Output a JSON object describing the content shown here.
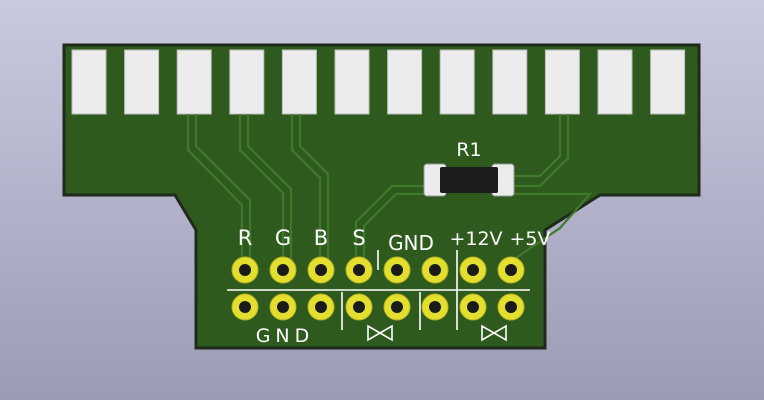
{
  "colors": {
    "background_top": "#c9c9de",
    "background_bottom": "#9b9bb6",
    "board_outline": "#1f2a1a",
    "soldermask": "#2f5a1e",
    "trace": "#3f7a2a",
    "pad": "#ececec",
    "pin_ring": "#e3df2e",
    "pin_hole": "#1b1b1b",
    "silkscreen": "#ffffff",
    "resistor_body": "#1c1c1c"
  },
  "edge_connector": {
    "pad_count": 12
  },
  "resistor": {
    "designator": "R1"
  },
  "header": {
    "top_labels": [
      "R",
      "G",
      "B",
      "S",
      "GND",
      "+12V",
      "+5V"
    ],
    "bottom_label": "GND",
    "pin_columns": 8,
    "pin_rows": 2
  }
}
